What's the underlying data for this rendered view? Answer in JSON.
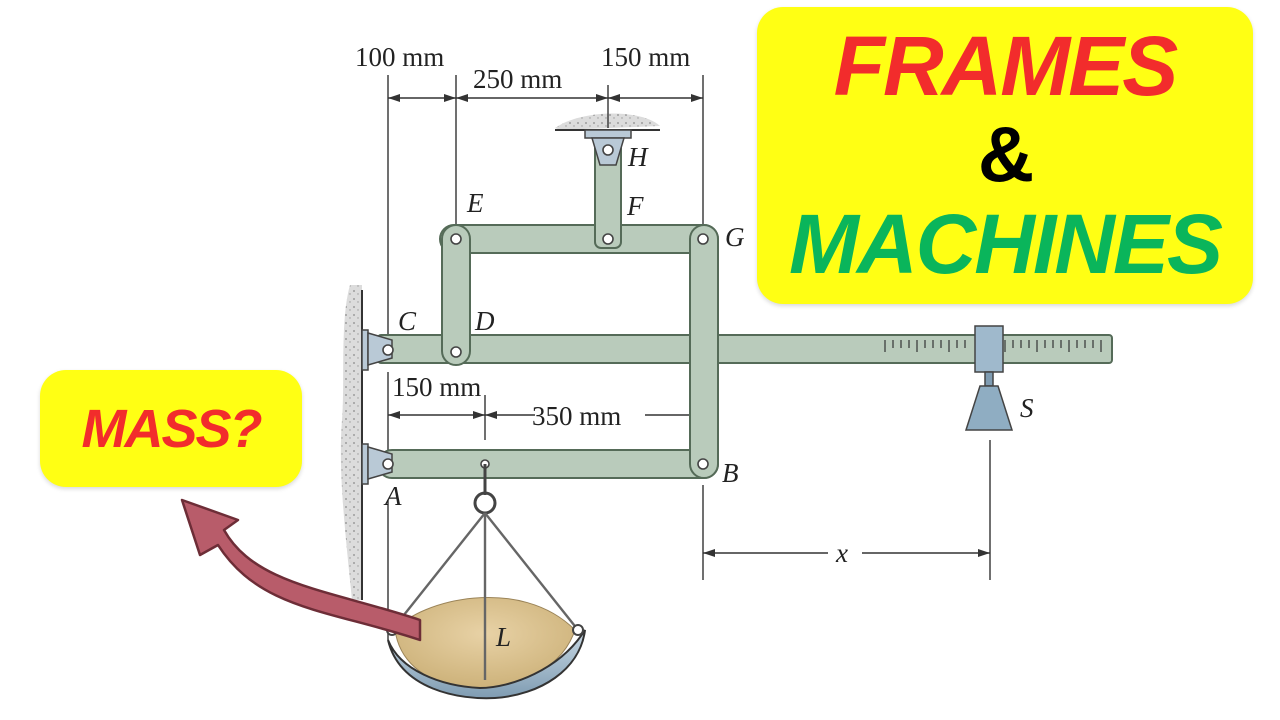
{
  "title": {
    "line1": "FRAMES",
    "line2": "&",
    "line3": "MACHINES"
  },
  "callout": {
    "text": "MASS?"
  },
  "diagram": {
    "dimensions": {
      "top_left": "100 mm",
      "top_middle": "250 mm",
      "top_right": "150 mm",
      "lower_left": "150 mm",
      "lower_middle": "350 mm",
      "horizontal_distance": "x"
    },
    "points": {
      "A": "A",
      "B": "B",
      "C": "C",
      "D": "D",
      "E": "E",
      "F": "F",
      "G": "G",
      "H": "H",
      "S": "S",
      "L": "L"
    }
  },
  "colors": {
    "member_fill": "#b9cbbb",
    "member_stroke": "#556b58",
    "banner_bg": "#ffff14",
    "frames_red": "#f22c2c",
    "machines_green": "#0ab55b",
    "arrow": "#b85c6a"
  }
}
